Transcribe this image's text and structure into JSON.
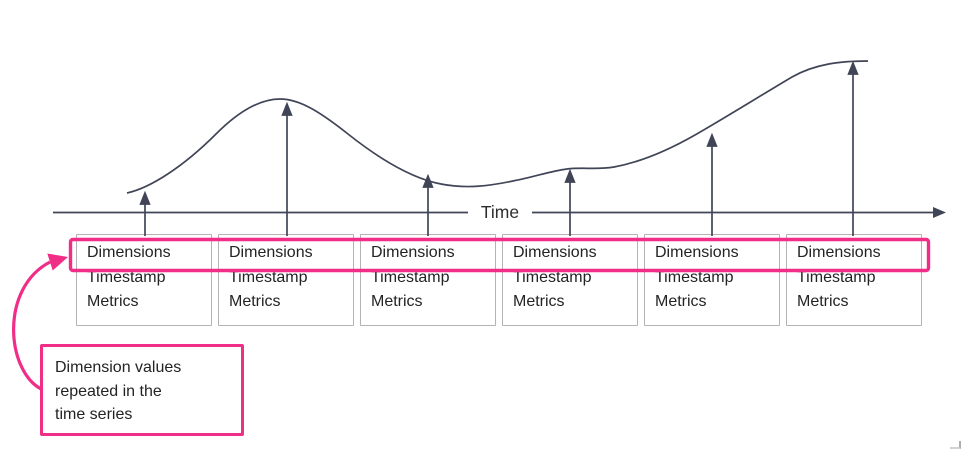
{
  "axis": {
    "label": "Time"
  },
  "series_boxes": [
    {
      "dimensions": "Dimensions",
      "timestamp": "Timestamp",
      "metrics": "Metrics"
    },
    {
      "dimensions": "Dimensions",
      "timestamp": "Timestamp",
      "metrics": "Metrics"
    },
    {
      "dimensions": "Dimensions",
      "timestamp": "Timestamp",
      "metrics": "Metrics"
    },
    {
      "dimensions": "Dimensions",
      "timestamp": "Timestamp",
      "metrics": "Metrics"
    },
    {
      "dimensions": "Dimensions",
      "timestamp": "Timestamp",
      "metrics": "Metrics"
    },
    {
      "dimensions": "Dimensions",
      "timestamp": "Timestamp",
      "metrics": "Metrics"
    }
  ],
  "callout": {
    "line1": "Dimension values",
    "line2": "repeated in the",
    "line3": "time series"
  },
  "colors": {
    "accent_pink": "#F02D87",
    "stroke_dark": "#404557",
    "box_border": "#b3b3b3",
    "text": "#232323"
  }
}
